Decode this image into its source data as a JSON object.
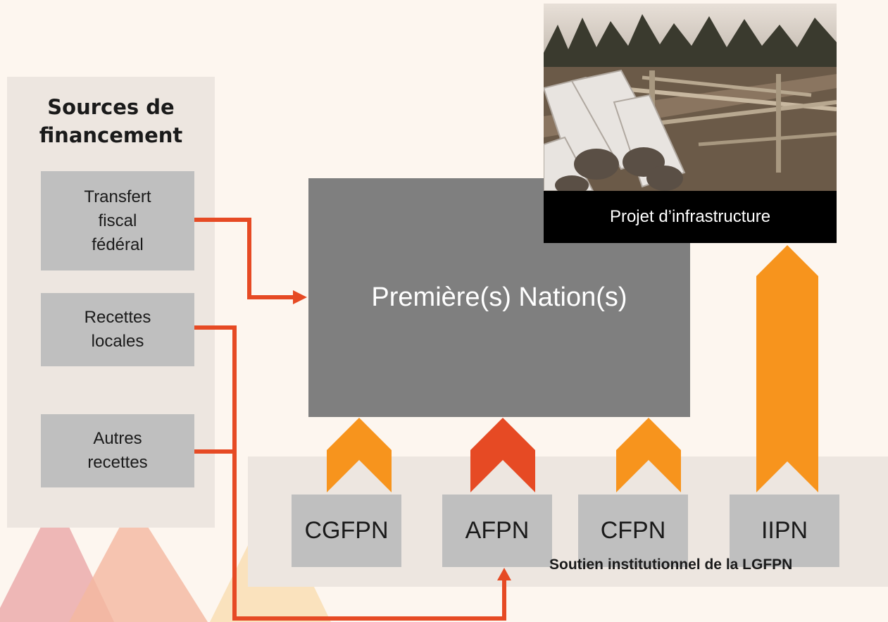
{
  "heading": "Sources de\nfinancement",
  "sources": [
    {
      "label": "Transfert\nfiscal\nfédéral"
    },
    {
      "label": "Recettes\nlocales"
    },
    {
      "label": "Autres\nrecettes"
    }
  ],
  "center": {
    "label": "Première(s) Nation(s)"
  },
  "photo": {
    "caption": "Projet d’infrastructure"
  },
  "institutions": [
    {
      "label": "CGFPN",
      "arrow_color": "#f7941d"
    },
    {
      "label": "AFPN",
      "arrow_color": "#e64a24"
    },
    {
      "label": "CFPN",
      "arrow_color": "#f7941d"
    },
    {
      "label": "IIPN",
      "arrow_color": "#f7941d"
    }
  ],
  "institutions_label": "Soutien institutionnel de la LGFPN",
  "colors": {
    "background": "#fdf6ef",
    "panel": "#ede6e0",
    "box": "#bfbfbf",
    "center": "#7f7f7f",
    "flow_line": "#e64a24",
    "orange": "#f7941d"
  }
}
